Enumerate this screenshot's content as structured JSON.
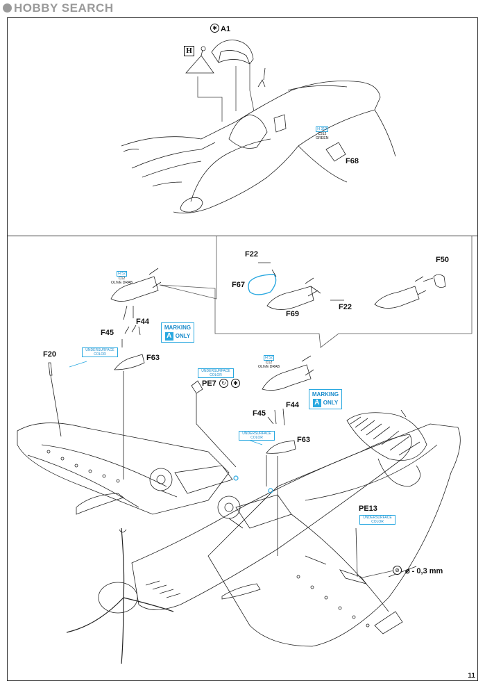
{
  "watermark": {
    "text": "HOBBY SEARCH"
  },
  "page_number": "11",
  "step_top": {
    "label_a1": "A1",
    "label_f68": "F68",
    "h_box": "H",
    "color_f68": {
      "code": "H 312",
      "code2": "C312",
      "name": "GREEN"
    }
  },
  "step_bottom": {
    "f22_top": "F22",
    "f22_bottom": "F22",
    "f67": "F67",
    "f69": "F69",
    "f50": "F50",
    "f44_left": "F44",
    "f45_left": "F45",
    "f20": "F20",
    "f63_left": "F63",
    "pe7": "PE7",
    "f45_right": "F45",
    "f44_right": "F44",
    "f63_right": "F63",
    "pe13": "PE13",
    "drill": "⌀ - 0,3 mm",
    "underside_color": "UNDERSURFACE COLOR",
    "marking_label": "MARKING",
    "marking_letter": "A",
    "marking_only": "ONLY",
    "bomb_color": {
      "code": "H 52",
      "code2": "C12",
      "name": "OLIVE DRAB"
    }
  }
}
